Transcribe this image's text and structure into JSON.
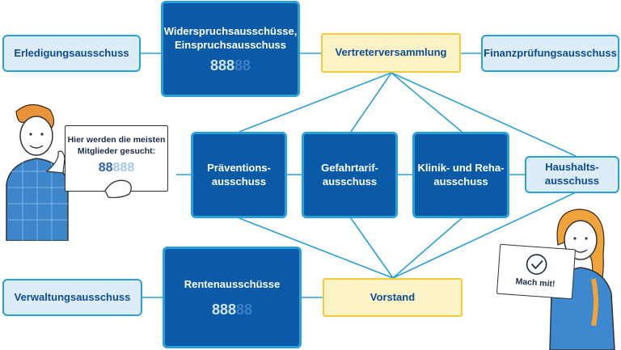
{
  "nodes": {
    "erledigung": "Erledigungsausschuss",
    "widerspruch_line1": "Widerspruchsausschüsse,",
    "widerspruch_line2": "Einspruchsausschuss",
    "vertreter": "Vertreterversammlung",
    "finanz": "Finanzprüfungsausschuss",
    "praevention_line1": "Präventions-",
    "praevention_line2": "ausschuss",
    "gefahrtarif_line1": "Gefahrtarif-",
    "gefahrtarif_line2": "ausschuss",
    "klinik_line1": "Klinik- und Reha-",
    "klinik_line2": "ausschuss",
    "haushalt_line1": "Haushalts-",
    "haushalt_line2": "ausschuss",
    "verwaltung": "Verwaltungsausschuss",
    "renten": "Rentenausschüsse",
    "vorstand": "Vorstand"
  },
  "demand": {
    "widerspruch": {
      "filled": 3,
      "total": 5
    },
    "renten": {
      "filled": 3,
      "total": 5
    },
    "legend": {
      "filled": 2,
      "total": 5
    }
  },
  "callouts": {
    "left_line1": "Hier werden die meisten",
    "left_line2": "Mitglieder gesucht:",
    "right": "Mach mit!"
  },
  "colors": {
    "dark_box": "#0a5aa8",
    "accent_border": "#2a9fd8",
    "light_box": "#dcecf8",
    "yellow_box": "#fbf3c5",
    "yellow_border": "#f2cd3a",
    "text_dark": "#0d4c92"
  },
  "icons": {
    "member": "person-pair-icon",
    "check": "checkmark-circle-icon"
  }
}
